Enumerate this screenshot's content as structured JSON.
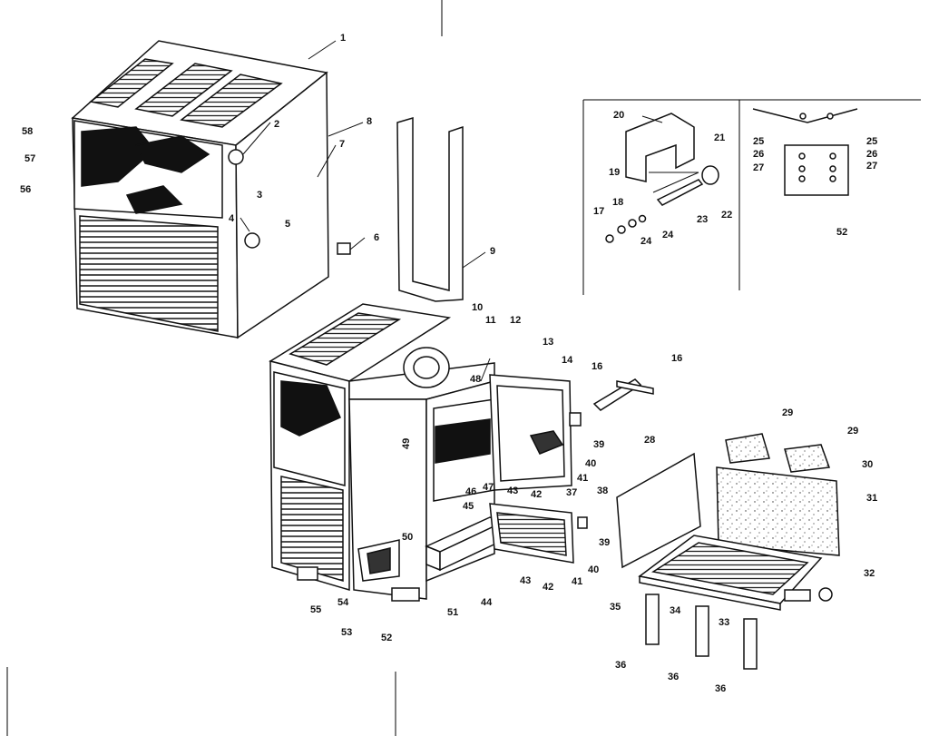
{
  "callouts": {
    "n1": "1",
    "n2": "2",
    "n3": "3",
    "n4": "4",
    "n5": "5",
    "n6": "6",
    "n7": "7",
    "n8": "8",
    "n9": "9",
    "n10": "10",
    "n11": "11",
    "n12": "12",
    "n13": "13",
    "n14": "14",
    "n16a": "16",
    "n16b": "16",
    "n17": "17",
    "n18": "18",
    "n19": "19",
    "n20": "20",
    "n21": "21",
    "n22": "22",
    "n23": "23",
    "n24a": "24",
    "n24b": "24",
    "n25a": "25",
    "n25b": "25",
    "n26a": "26",
    "n26b": "26",
    "n27a": "27",
    "n27b": "27",
    "n28": "28",
    "n29a": "29",
    "n29b": "29",
    "n30": "30",
    "n31": "31",
    "n32": "32",
    "n33": "33",
    "n34": "34",
    "n35": "35",
    "n36a": "36",
    "n36b": "36",
    "n36c": "36",
    "n37": "37",
    "n38": "38",
    "n39a": "39",
    "n39b": "39",
    "n40a": "40",
    "n40b": "40",
    "n41a": "41",
    "n41b": "41",
    "n42a": "42",
    "n42b": "42",
    "n43a": "43",
    "n43b": "43",
    "n44": "44",
    "n45": "45",
    "n46": "46",
    "n47": "47",
    "n48": "48",
    "n49": "49",
    "n50": "50",
    "n51": "51",
    "n52a": "52",
    "n52b": "52",
    "n53": "53",
    "n54": "54",
    "n55": "55",
    "n56": "56",
    "n57": "57",
    "n58": "58"
  }
}
